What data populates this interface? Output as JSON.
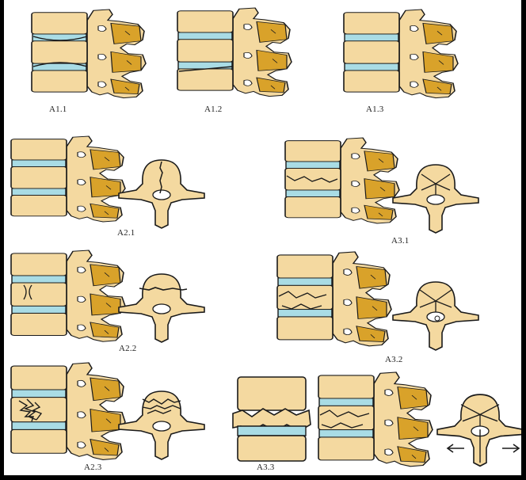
{
  "colors": {
    "bone": "#F4D9A0",
    "disc": "#A9DCE5",
    "outline": "#1a1a1a",
    "shade": "#D9A22A",
    "background": "#ffffff"
  },
  "labels": {
    "a1_1": "A1.1",
    "a1_2": "A1.2",
    "a1_3": "A1.3",
    "a2_1": "A2.1",
    "a2_2": "A2.2",
    "a2_3": "A2.3",
    "a3_1": "A3.1",
    "a3_2": "A3.2",
    "a3_3": "A3.3"
  },
  "icons": {
    "arrow_left": "left-arrow-icon",
    "arrow_right": "right-arrow-icon"
  }
}
